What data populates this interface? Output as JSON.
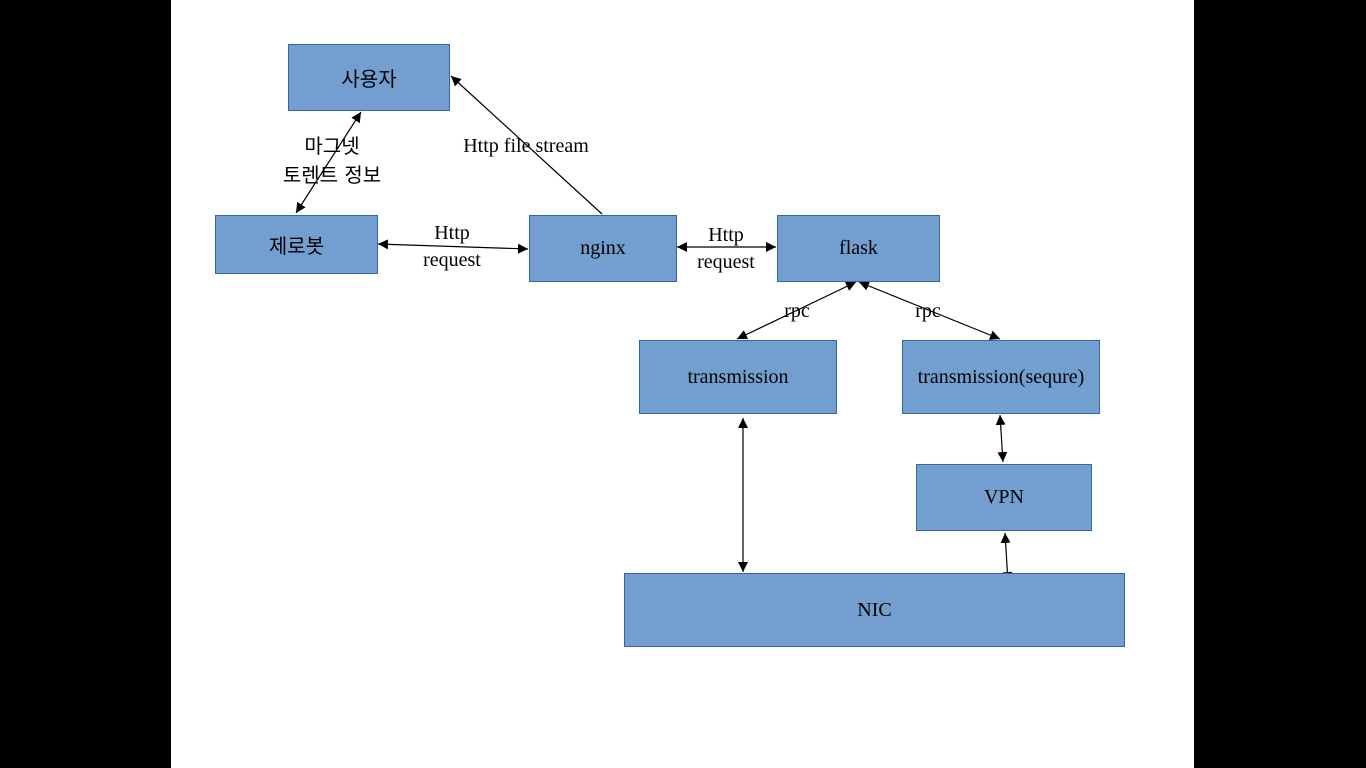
{
  "nodes": {
    "user": "사용자",
    "zerobot": "제로봇",
    "nginx": "nginx",
    "flask": "flask",
    "transmission": "transmission",
    "transmission_secure": "transmission(sequre)",
    "vpn": "VPN",
    "nic": "NIC"
  },
  "edges": {
    "magnet_line1": "마그넷",
    "magnet_line2": "토렌트 정보",
    "http_file_stream": "Http file stream",
    "zerobot_nginx_line1": "Http",
    "zerobot_nginx_line2": "request",
    "nginx_flask_line1": "Http",
    "nginx_flask_line2": "request",
    "rpc_left": "rpc",
    "rpc_right": "rpc"
  },
  "colors": {
    "node_fill": "#729fcf",
    "node_border": "#3465a4",
    "background": "#000000",
    "slide": "#ffffff"
  }
}
